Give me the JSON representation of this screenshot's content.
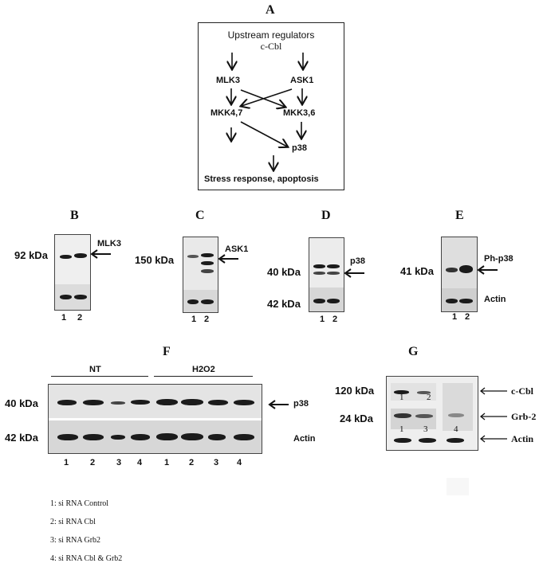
{
  "panel_a": {
    "letter": "A",
    "upstream": "Upstream regulators",
    "ccbl": "c-Cbl",
    "mlk3": "MLK3",
    "ask1": "ASK1",
    "mkk47": "MKK4,7",
    "mkk36": "MKK3,6",
    "p38": "p38",
    "outcome": "Stress response, apoptosis"
  },
  "panel_b": {
    "letter": "B",
    "kda": "92 kDa",
    "label": "MLK3",
    "lanes": [
      "1",
      "2"
    ]
  },
  "panel_c": {
    "letter": "C",
    "kda": "150 kDa",
    "label": "ASK1",
    "lanes": [
      "1",
      "2"
    ]
  },
  "panel_d": {
    "letter": "D",
    "kda_top": "40 kDa",
    "kda_bottom": "42 kDa",
    "label": "p38",
    "lanes": [
      "1",
      "2"
    ]
  },
  "panel_e": {
    "letter": "E",
    "kda": "41 kDa",
    "label_top": "Ph-p38",
    "label_bottom": "Actin",
    "lanes": [
      "1",
      "2"
    ]
  },
  "panel_f": {
    "letter": "F",
    "group_nt": "NT",
    "group_h2o2": "H2O2",
    "kda_top": "40 kDa",
    "kda_bottom": "42 kDa",
    "label_top": "p38",
    "label_bottom": "Actin",
    "lanes": [
      "1",
      "2",
      "3",
      "4",
      "1",
      "2",
      "3",
      "4"
    ]
  },
  "panel_g": {
    "letter": "G",
    "kda_top": "120 kDa",
    "kda_mid": "24 kDa",
    "label_ccbl": "c-Cbl",
    "label_grb2": "Grb-2",
    "label_actin": "Actin",
    "lane_top": [
      "1",
      "2"
    ],
    "lane_mid": [
      "1",
      "3",
      "4"
    ]
  },
  "legend": [
    "1:  si RNA Control",
    "2:  si RNA Cbl",
    "3:  si RNA Grb2",
    "4:  si RNA Cbl & Grb2"
  ]
}
